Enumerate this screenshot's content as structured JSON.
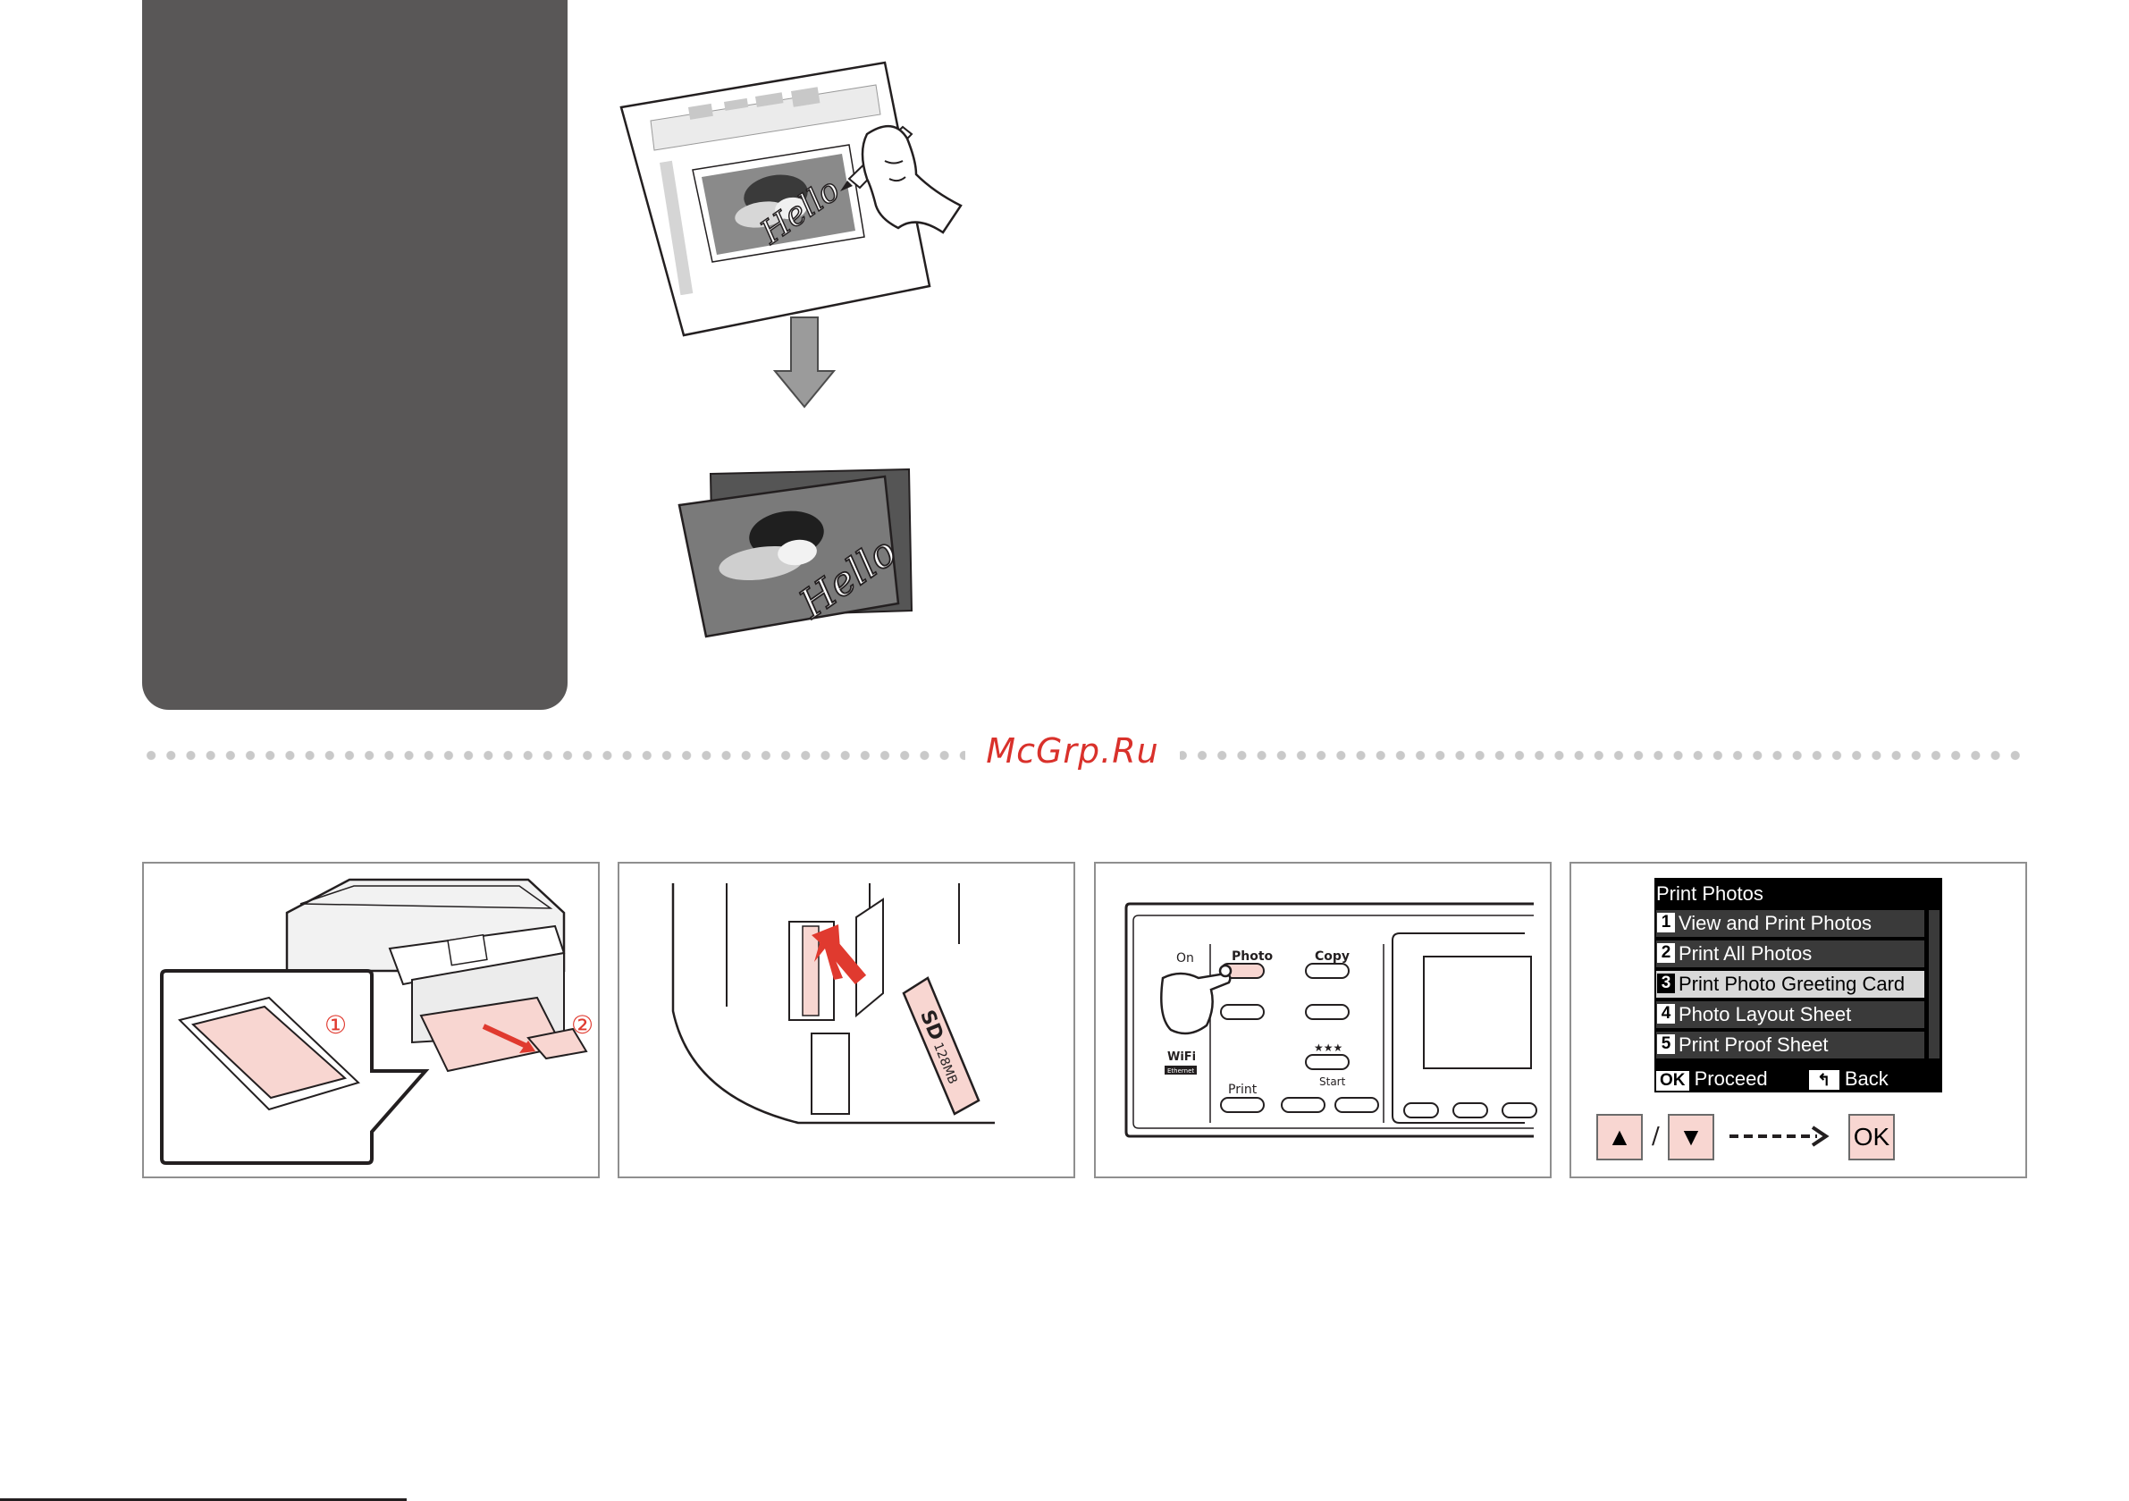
{
  "watermark": "McGrp.Ru",
  "illustration": {
    "handwriting": "Hello"
  },
  "step1": {
    "marker1": "①",
    "marker2": "②"
  },
  "step2": {
    "card_label": "SD",
    "card_size": "128MB"
  },
  "step3": {
    "on_label": "On",
    "photo_label": "Photo",
    "copy_label": "Copy",
    "print_label": "Print",
    "start_label": "Start",
    "wifi_label": "WiFi",
    "ethernet_label": "Ethernet",
    "stars_label": "★★★"
  },
  "step4": {
    "lcd_title": "Print Photos",
    "menu": [
      {
        "num": "1",
        "label": "View and Print Photos"
      },
      {
        "num": "2",
        "label": "Print All Photos"
      },
      {
        "num": "3",
        "label": "Print Photo Greeting Card",
        "selected": true
      },
      {
        "num": "4",
        "label": "Photo Layout Sheet"
      },
      {
        "num": "5",
        "label": "Print Proof Sheet"
      }
    ],
    "ok_label": "OK",
    "proceed_label": "Proceed",
    "back_label": "Back",
    "key_up": "▲",
    "key_down": "▼",
    "separator": "/",
    "key_ok": "OK"
  }
}
